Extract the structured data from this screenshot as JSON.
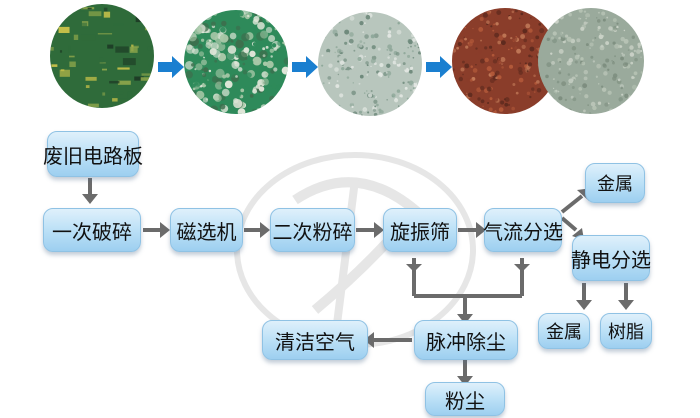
{
  "photos": [
    {
      "name": "photo-circuit-board",
      "palette": [
        "#2f6b3a",
        "#89a34a",
        "#c9c24a",
        "#1e3d26"
      ]
    },
    {
      "name": "photo-shredded-board",
      "palette": [
        "#2e8a5a",
        "#a8c8a8",
        "#dfe6d8",
        "#3d6f4d"
      ]
    },
    {
      "name": "photo-crushed-fragments",
      "palette": [
        "#b8c6bd",
        "#8fa89a",
        "#e2e7e2",
        "#6f8a7c"
      ]
    },
    {
      "name": "photo-metal-powder",
      "palette": [
        "#8a3d2a",
        "#b45a3a",
        "#5e2a1e",
        "#c27a58"
      ]
    },
    {
      "name": "photo-resin-powder",
      "palette": [
        "#9aaa9c",
        "#b8c4b6",
        "#7d8e7f",
        "#c9d1c6"
      ]
    }
  ],
  "colors": {
    "arrow_gray": "#6b6b6b",
    "arrow_blue": "#1a7fd0",
    "node_fill": "#bfe2f7"
  },
  "nodes": {
    "waste_board": "废旧电路板",
    "primary_crush": "一次破碎",
    "magnetic_separator": "磁选机",
    "secondary_crush": "二次粉碎",
    "vibrating_screen": "旋振筛",
    "air_separation": "气流分选",
    "metal_top": "金属",
    "electrostatic_separation": "静电分选",
    "metal_bottom": "金属",
    "resin": "树脂",
    "pulse_dust_removal": "脉冲除尘",
    "clean_air": "清洁空气",
    "dust": "粉尘"
  }
}
